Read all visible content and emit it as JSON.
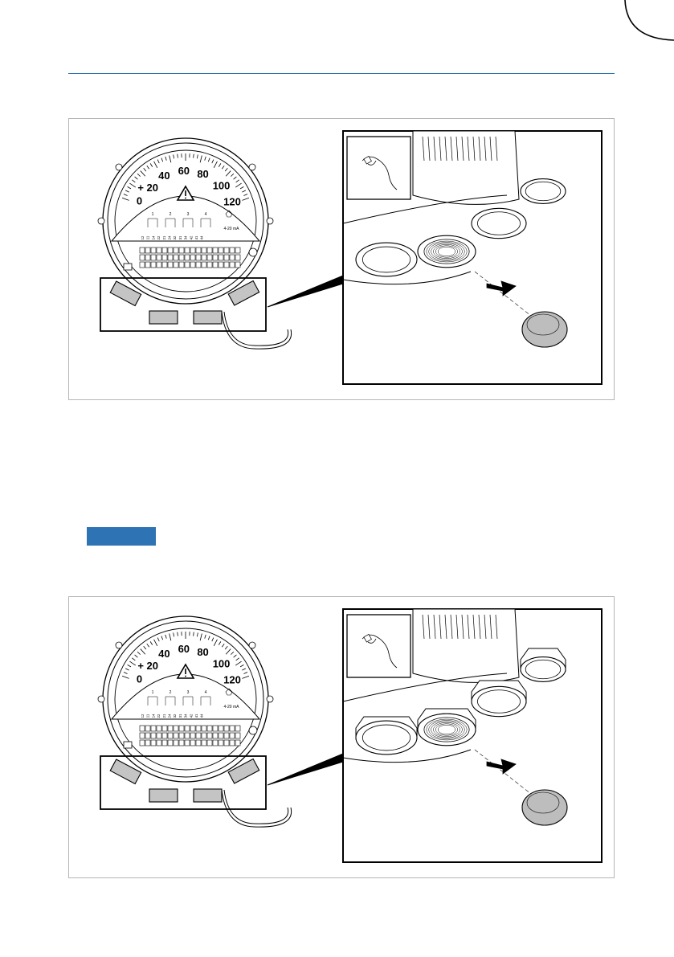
{
  "colors": {
    "header_rule": "#2a6fb0",
    "notice_badge": "#2e74b5",
    "figure_border": "#b5b5b5",
    "plug_fill": "#bdbdbd"
  },
  "notice": {
    "label": ""
  },
  "figures": [
    {
      "gauge": {
        "scale_labels": [
          "0",
          "+ 20",
          "40",
          "60",
          "80",
          "100",
          "120"
        ],
        "terminal_group_labels": [
          "1",
          "2",
          "3",
          "4"
        ],
        "terminal_numbers": [
          "12",
          "11",
          "14",
          "22",
          "21",
          "24",
          "32",
          "31",
          "34",
          "42",
          "41",
          "44"
        ],
        "current_label": "4-20 mA"
      },
      "detail": {
        "glands": "plain"
      }
    },
    {
      "gauge": {
        "scale_labels": [
          "0",
          "+ 20",
          "40",
          "60",
          "80",
          "100",
          "120"
        ],
        "terminal_group_labels": [
          "1",
          "2",
          "3",
          "4"
        ],
        "terminal_numbers": [
          "12",
          "11",
          "14",
          "22",
          "21",
          "24",
          "32",
          "31",
          "34",
          "42",
          "41",
          "44"
        ],
        "current_label": "4-20 mA"
      },
      "detail": {
        "glands": "threaded"
      }
    }
  ],
  "icons": [
    "warning-icon",
    "hand-icon",
    "arrow-icon"
  ]
}
